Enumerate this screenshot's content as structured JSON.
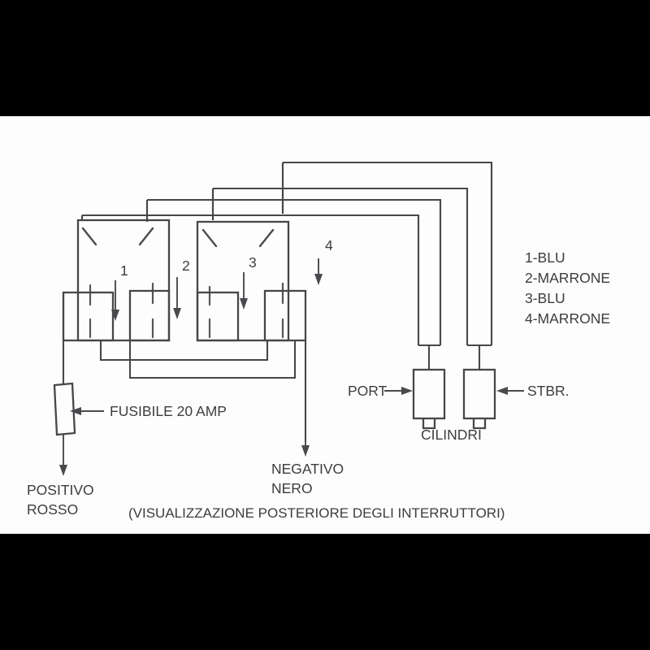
{
  "image": {
    "kind": "scanned-wiring-diagram",
    "background_color": "#fdfdfd",
    "letterbox_color": "#000000",
    "ink_color": "#47474b"
  },
  "caption": "(VISUALIZZAZIONE POSTERIORE DEGLI INTERRUTTORI)",
  "wire_numbers": [
    {
      "id": "1",
      "label": "1"
    },
    {
      "id": "2",
      "label": "2"
    },
    {
      "id": "3",
      "label": "3"
    },
    {
      "id": "4",
      "label": "4"
    }
  ],
  "legend": {
    "lines": [
      "1-BLU",
      "2-MARRONE",
      "3-BLU",
      "4-MARRONE"
    ]
  },
  "labels": {
    "fuse": "FUSIBILE 20 AMP",
    "positive_line1": "POSITIVO",
    "positive_line2": "ROSSO",
    "negative_line1": "NEGATIVO",
    "negative_line2": "NERO",
    "port": "PORT",
    "starboard": "STBR.",
    "cylinders": "CILINDRI"
  },
  "components": {
    "switch_left": "interruttore-1",
    "switch_right": "interruttore-2",
    "fuse_box": "fusibile-20-amp",
    "cylinder_port": "cilindro-port",
    "cylinder_starboard": "cilindro-stbr"
  }
}
